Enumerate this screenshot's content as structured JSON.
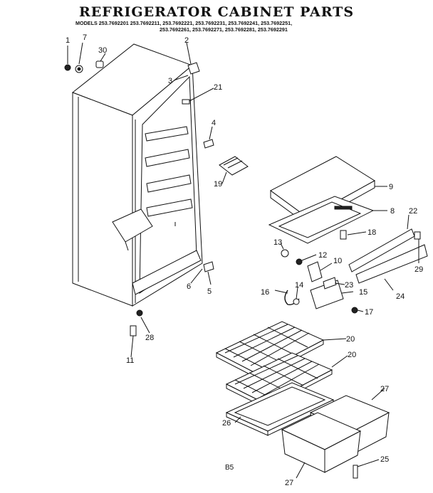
{
  "title": "REFRIGERATOR CABINET PARTS",
  "models_line1": "MODELS 253.7692201 253.7692211, 253.7692221, 253.7692231, 253.7692241, 253.7692251,",
  "models_line2": "253.7692261, 253.7692271, 253.7692281, 253.7692291",
  "page_code": "B5",
  "callouts": {
    "c1": "1",
    "c2": "2",
    "c3": "3",
    "c4": "4",
    "c5": "5",
    "c6": "6",
    "c7": "7",
    "c8": "8",
    "c9": "9",
    "c10": "10",
    "c11": "11",
    "c12": "12",
    "c13": "13",
    "c14": "14",
    "c15": "15",
    "c16": "16",
    "c17": "17",
    "c18": "18",
    "c19": "19",
    "c20a": "20",
    "c20b": "20",
    "c21": "21",
    "c22": "22",
    "c23": "23",
    "c24": "24",
    "c25": "25",
    "c26": "26",
    "c27a": "27",
    "c27b": "27",
    "c28": "28",
    "c29": "29",
    "c30": "30"
  }
}
